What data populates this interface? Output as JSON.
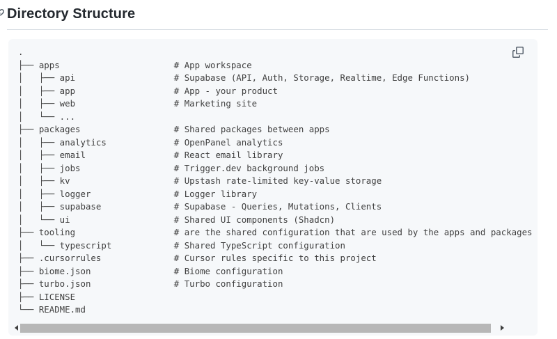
{
  "colors": {
    "page_bg": "#ffffff",
    "heading_text": "#24292f",
    "divider": "#d8dee4",
    "code_bg": "#f6f8fa",
    "code_text": "#404040",
    "icon_gray": "#59636e",
    "scrollbar_thumb": "#b7b7b7",
    "scrollbar_arrow": "#3f3f3f"
  },
  "heading": {
    "title": "Directory Structure",
    "anchor_icon": "link-icon"
  },
  "code_block": {
    "copy_button_icon": "copy-icon",
    "comment_column_ch": 30,
    "lines": [
      {
        "tree": ".",
        "comment": ""
      },
      {
        "tree": "├── apps",
        "comment": "# App workspace"
      },
      {
        "tree": "│   ├── api",
        "comment": "# Supabase (API, Auth, Storage, Realtime, Edge Functions)"
      },
      {
        "tree": "│   ├── app",
        "comment": "# App - your product"
      },
      {
        "tree": "│   ├── web",
        "comment": "# Marketing site"
      },
      {
        "tree": "│   └── ...",
        "comment": ""
      },
      {
        "tree": "├── packages",
        "comment": "# Shared packages between apps"
      },
      {
        "tree": "│   ├── analytics",
        "comment": "# OpenPanel analytics"
      },
      {
        "tree": "│   ├── email",
        "comment": "# React email library"
      },
      {
        "tree": "│   ├── jobs",
        "comment": "# Trigger.dev background jobs"
      },
      {
        "tree": "│   ├── kv",
        "comment": "# Upstash rate-limited key-value storage"
      },
      {
        "tree": "│   ├── logger",
        "comment": "# Logger library"
      },
      {
        "tree": "│   ├── supabase",
        "comment": "# Supabase - Queries, Mutations, Clients"
      },
      {
        "tree": "│   └── ui",
        "comment": "# Shared UI components (Shadcn)"
      },
      {
        "tree": "├── tooling",
        "comment": "# are the shared configuration that are used by the apps and packages"
      },
      {
        "tree": "│   └── typescript",
        "comment": "# Shared TypeScript configuration"
      },
      {
        "tree": "├── .cursorrules",
        "comment": "# Cursor rules specific to this project"
      },
      {
        "tree": "├── biome.json",
        "comment": "# Biome configuration"
      },
      {
        "tree": "├── turbo.json",
        "comment": "# Turbo configuration"
      },
      {
        "tree": "├── LICENSE",
        "comment": ""
      },
      {
        "tree": "└── README.md",
        "comment": ""
      }
    ]
  },
  "scrollbar": {
    "orientation": "horizontal",
    "left_arrow_icon": "triangle-left-icon",
    "right_arrow_icon": "triangle-right-icon",
    "thumb_position": "left",
    "thumb_width_pct": 98.6
  }
}
